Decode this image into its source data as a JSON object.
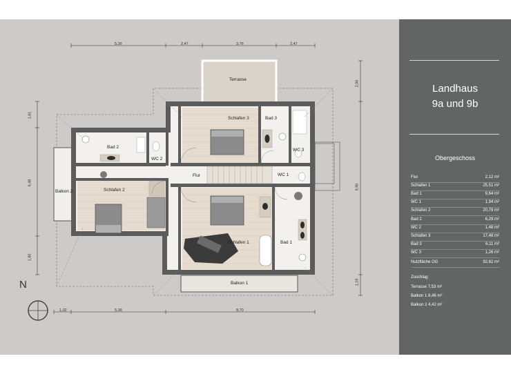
{
  "title_line1": "Landhaus",
  "title_line2": "9a und 9b",
  "floor": "Obergeschoss",
  "rooms": [
    {
      "name": "Flur",
      "area": "2,12 m²"
    },
    {
      "name": "Schlafen 1",
      "area": "25,51 m²"
    },
    {
      "name": "Bad 1",
      "area": "9,64 m²"
    },
    {
      "name": "WC 1",
      "area": "1,94 m²"
    },
    {
      "name": "Schlafen 2",
      "area": "20,79 m²"
    },
    {
      "name": "Bad 2",
      "area": "6,29 m²"
    },
    {
      "name": "WC 2",
      "area": "1,48 m²"
    },
    {
      "name": "Schlafen 3",
      "area": "17,48 m²"
    },
    {
      "name": "Bad 3",
      "area": "6,11 m²"
    },
    {
      "name": "WC 3",
      "area": "1,26 m²"
    },
    {
      "name": "Nutzfläche OG",
      "area": "92,62 m²"
    }
  ],
  "extras": {
    "heading": "Zuschlag:",
    "lines": [
      "Terrasse 7,53 m²",
      "Balkon 1 8,46 m²",
      "Balkon 2 4,42 m²"
    ]
  },
  "plan_labels": {
    "terrasse": "Terrasse",
    "schlafen3": "Schlafen 3",
    "bad3": "Bad 3",
    "wc3": "WC 3",
    "bad2": "Bad 2",
    "wc2": "WC 2",
    "flur": "Flur",
    "wc1": "WC 1",
    "schlafen2": "Schlafen 2",
    "balkon2": "Balkon 2",
    "schlafen1": "Schlafen 1",
    "bad1": "Bad 1",
    "balkon1": "Balkon 1",
    "north": "N"
  },
  "dims_top": [
    "5,36",
    "2,47",
    "3,76",
    "2,47"
  ],
  "dims_bottom": [
    "1,02",
    "5,36",
    "8,70"
  ],
  "dims_left": [
    "1,61",
    "6,49",
    "1,80"
  ],
  "dims_right": [
    "2,00",
    "9,90",
    "1,19"
  ]
}
